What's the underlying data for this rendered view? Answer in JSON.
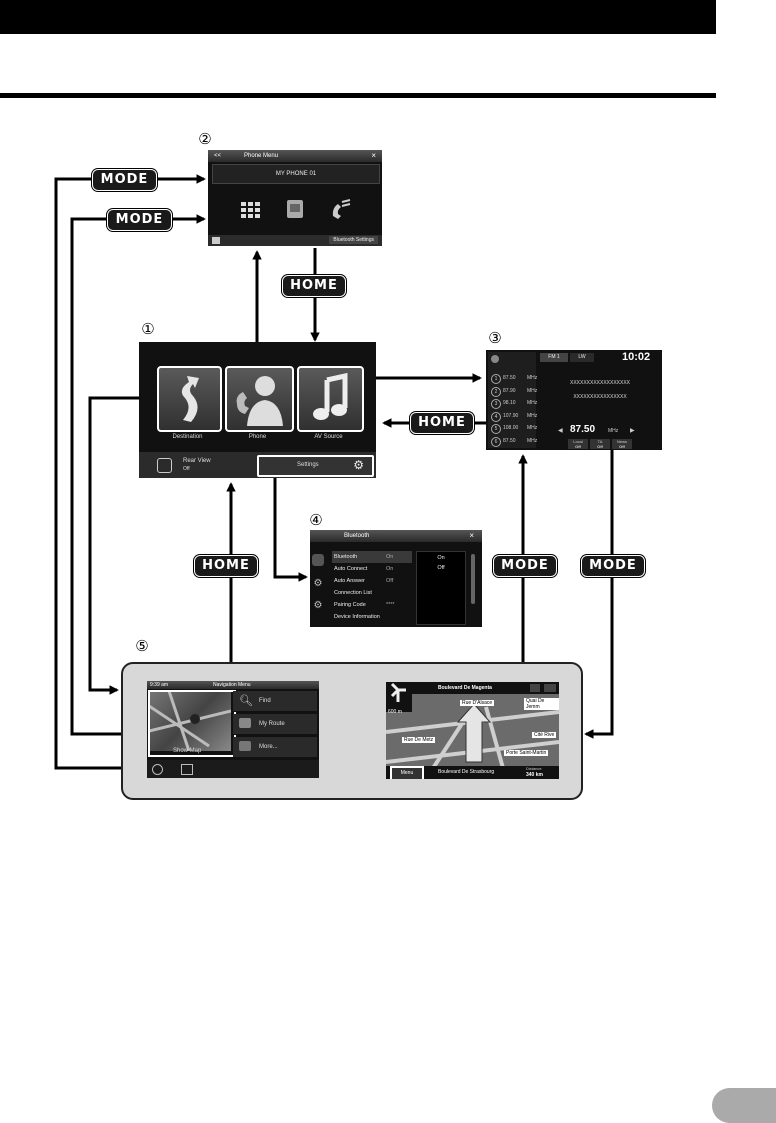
{
  "markers": {
    "one": "①",
    "two": "②",
    "three": "③",
    "four": "④",
    "five": "⑤"
  },
  "badges": {
    "mode": "MODE",
    "home": "HOME"
  },
  "phone_menu": {
    "back": "<<",
    "title": "Phone Menu",
    "close": "×",
    "device": "MY PHONE 01",
    "bluetooth_settings": "Bluetooth Settings"
  },
  "top_menu": {
    "destination": "Destination",
    "phone": "Phone",
    "av_source": "AV Source",
    "rear_view": "Rear View",
    "rear_view_state": "Off",
    "settings": "Settings"
  },
  "radio": {
    "band": "FM 1",
    "lw": "LW",
    "clock": "10:02",
    "presets": [
      {
        "num": "1",
        "freq": "87.50",
        "unit": "MHz"
      },
      {
        "num": "2",
        "freq": "87.90",
        "unit": "MHz"
      },
      {
        "num": "3",
        "freq": "98.10",
        "unit": "MHz"
      },
      {
        "num": "4",
        "freq": "107.90",
        "unit": "MHz"
      },
      {
        "num": "5",
        "freq": "108.00",
        "unit": "MHz"
      },
      {
        "num": "6",
        "freq": "87.50",
        "unit": "MHz"
      }
    ],
    "station_line1": "XXXXXXXXXXXXXXXXXX",
    "station_line2": "XXXXXXXXXXXXXXXX",
    "current_freq": "87.50",
    "current_unit": "MHz",
    "buttons": [
      {
        "label": "Local",
        "state": "Off"
      },
      {
        "label": "TA",
        "state": "Off"
      },
      {
        "label": "News",
        "state": "Off"
      }
    ]
  },
  "bluetooth": {
    "title": "Bluetooth",
    "close": "×",
    "rows": [
      {
        "name": "Bluetooth",
        "value": "On"
      },
      {
        "name": "Auto Connect",
        "value": "On"
      },
      {
        "name": "Auto Answer",
        "value": "Off"
      },
      {
        "name": "Connection List",
        "value": ""
      },
      {
        "name": "Pairing Code",
        "value": "****"
      },
      {
        "name": "Device Information",
        "value": ""
      }
    ],
    "options": [
      "On",
      "Off"
    ]
  },
  "nav_menu": {
    "time": "9:39 am",
    "title": "Navigation Menu",
    "find": "Find",
    "my_route": "My Route",
    "more": "More...",
    "show_map": "Show Map"
  },
  "map": {
    "street_top": "Boulevard De Magenta",
    "distance": "600 m",
    "rue_alsace": "Rue D'Alsace",
    "quai": "Quai De Jemm",
    "cite": "Cité Rive",
    "rue_metz": "Rue De Metz",
    "porte": "Porte Saint-Martin",
    "menu": "Menu",
    "street_bottom": "Boulevard De Strasbourg",
    "dist_label": "Distance",
    "dist_value": "340 km"
  }
}
